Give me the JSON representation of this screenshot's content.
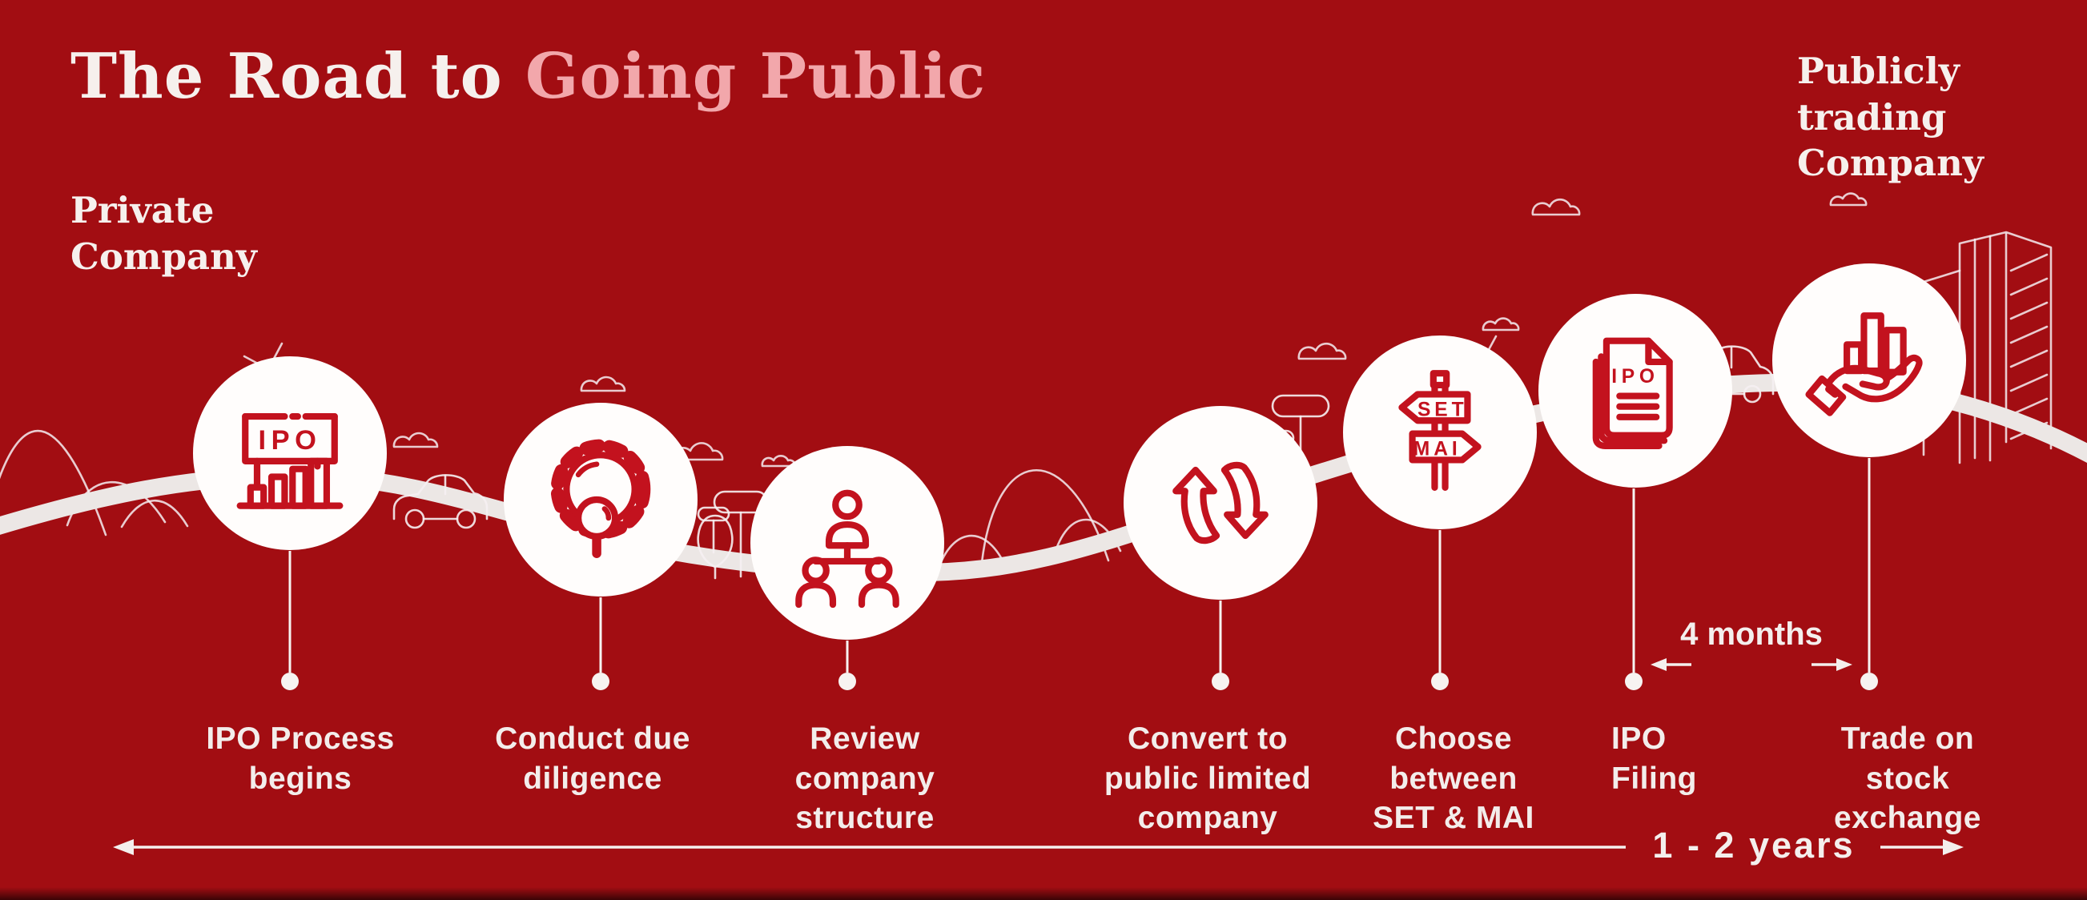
{
  "colors": {
    "background": "#A20D12",
    "icon_red": "#C3121E",
    "title_white": "#F6F0ED",
    "title_pink": "#F2A7AB",
    "road": "#ECE7E5",
    "label_text": "#F3EDEB",
    "circle_fill": "#FFFDFC"
  },
  "header": {
    "title_part1": "The Road to",
    "title_part2": "Going Public"
  },
  "endpoints": {
    "start": "Private\nCompany",
    "end": "Publicly\ntrading\nCompany"
  },
  "steps": [
    {
      "icon": "ipo-billboard-icon",
      "icon_text": "IPO",
      "label": "IPO Process\nbegins"
    },
    {
      "icon": "due-diligence-gear-magnifier-icon",
      "label": "Conduct due\ndiligence"
    },
    {
      "icon": "org-chart-icon",
      "label": "Review\ncompany\nstructure"
    },
    {
      "icon": "convert-arrows-icon",
      "label": "Convert to\npublic limited\ncompany"
    },
    {
      "icon": "set-mai-signpost-icon",
      "sign_top": "SET",
      "sign_bottom": "MAI",
      "label": "Choose\nbetween\nSET & MAI"
    },
    {
      "icon": "ipo-filing-documents-icon",
      "icon_text": "IPO",
      "label": "IPO\nFiling"
    },
    {
      "icon": "hand-holding-chart-icon",
      "label": "Trade on\nstock\nexchange"
    }
  ],
  "annotations": {
    "filing_duration": "4 months",
    "total_duration": "1 - 2 years"
  }
}
